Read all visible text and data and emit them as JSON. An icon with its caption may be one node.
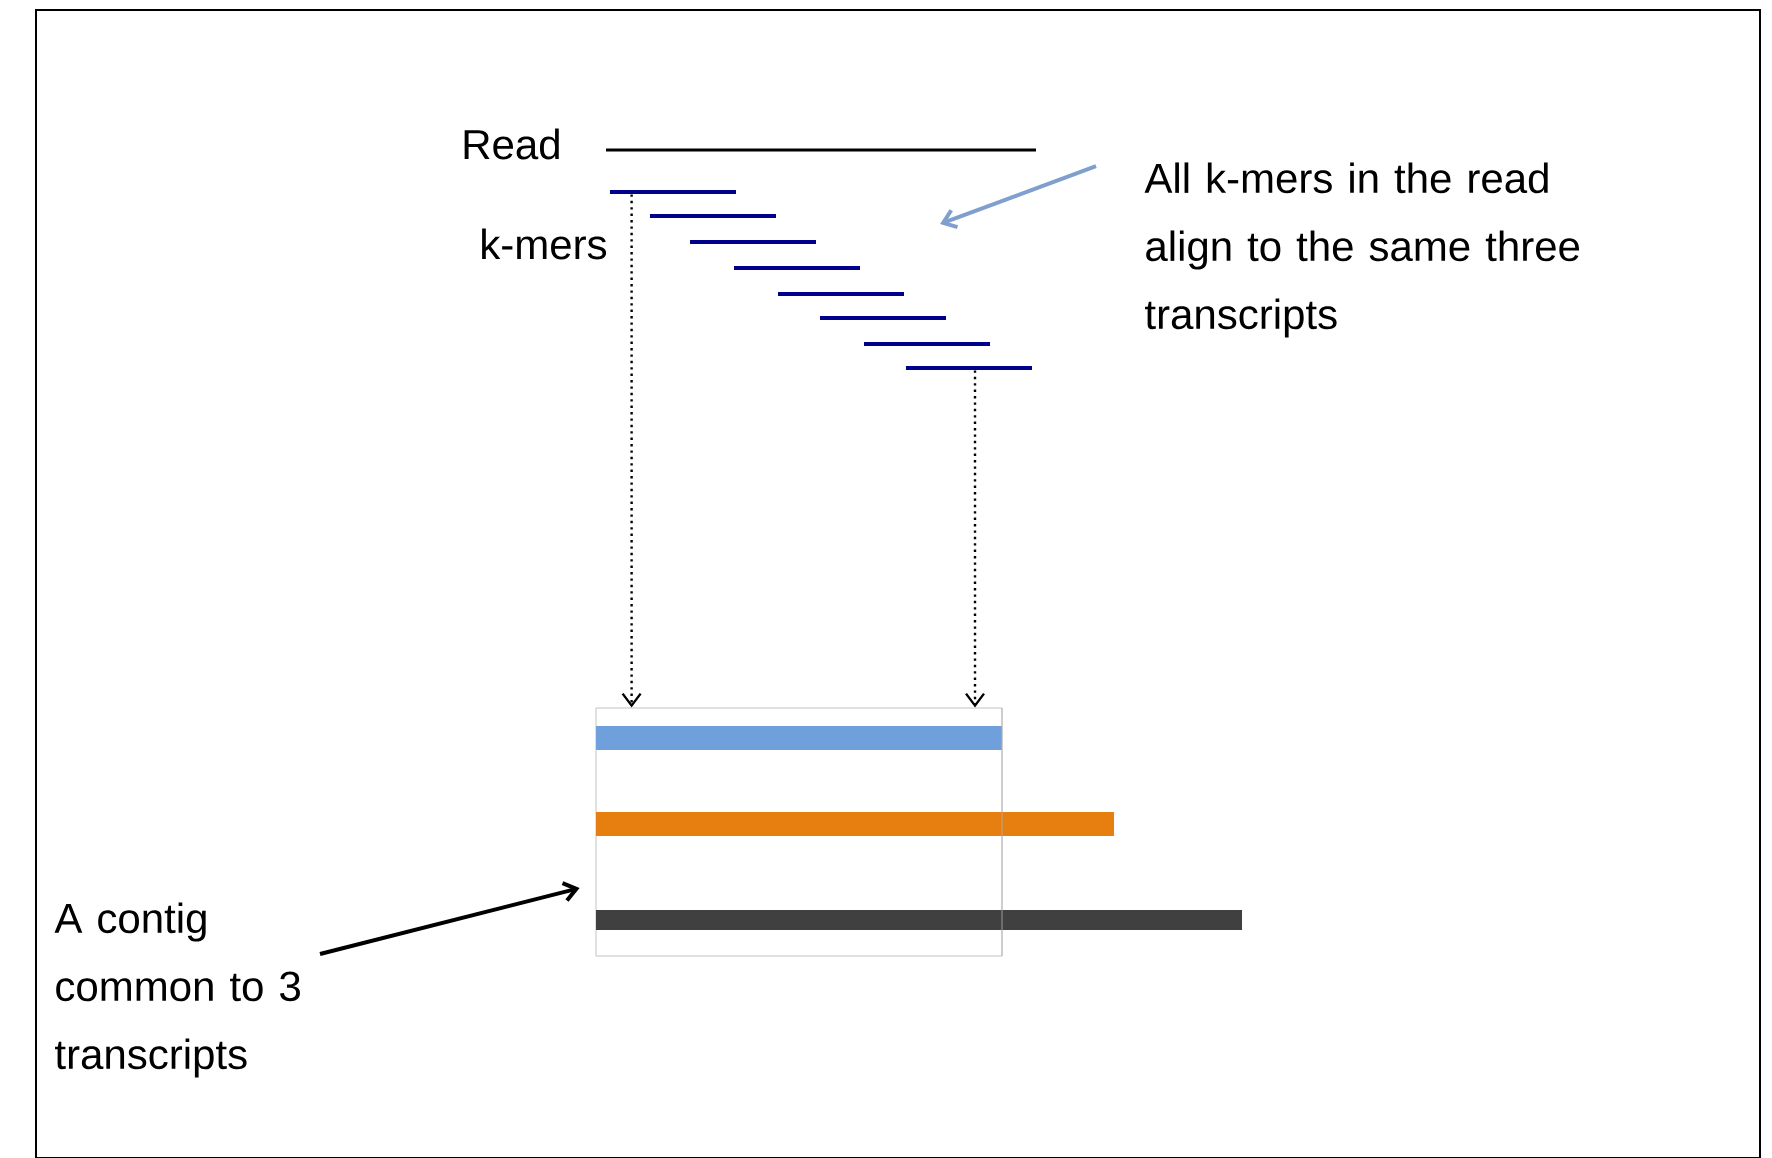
{
  "diagram": {
    "nodes": [
      {
        "text": [],
        "shape": "bar"
      },
      {
        "text": [],
        "shape": "bar"
      },
      {
        "text": [],
        "shape": "bar"
      },
      {
        "text": [],
        "shape": "bar"
      },
      {
        "text": [],
        "shape": "bar"
      },
      {
        "text": [],
        "shape": "bar"
      },
      {
        "text": [],
        "shape": "bar"
      },
      {
        "text": [],
        "shape": "bar"
      },
      {
        "text": [
          "All k-mers in the read align to the same three transcripts"
        ]
      },
      {
        "text": [],
        "shape": "box"
      },
      {
        "text": [
          "A contig common to 3 transcripts"
        ]
      }
    ],
    "edges": [
      {
        "from": 8,
        "to": null,
        "arrow": "to",
        "color": "#7f9fcf"
      },
      {
        "from": 0,
        "to": 9,
        "arrow": "to",
        "style": "dashed"
      },
      {
        "from": 7,
        "to": 9,
        "arrow": "to",
        "style": "dashed"
      },
      {
        "from": 10,
        "to": 9,
        "arrow": "to"
      }
    ],
    "labels": [
      "Read",
      "k-mers"
    ]
  }
}
